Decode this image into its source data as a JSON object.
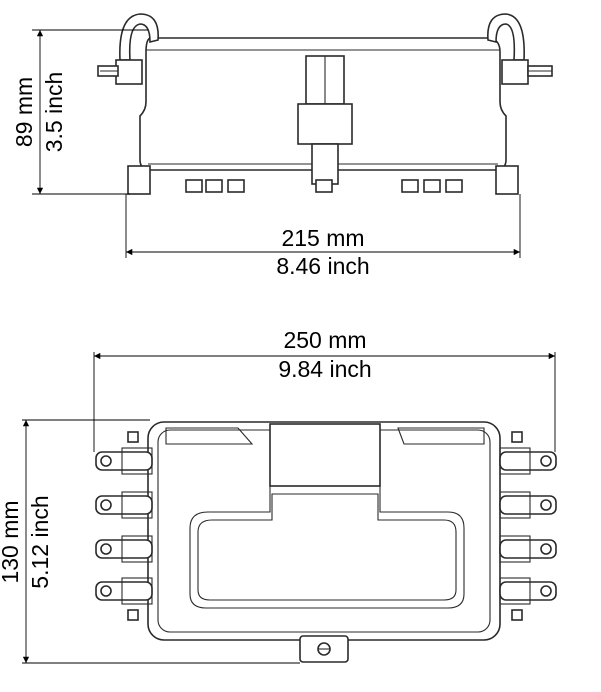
{
  "side_view": {
    "height_mm": "89 mm",
    "height_inch": "3.5 inch",
    "width_mm": "215 mm",
    "width_inch": "8.46 inch"
  },
  "top_view": {
    "width_mm": "250 mm",
    "width_inch": "9.84 inch",
    "height_mm": "130 mm",
    "height_inch": "5.12 inch"
  },
  "colors": {
    "line": "#2a2a2a",
    "background": "#ffffff",
    "text": "#000000"
  }
}
